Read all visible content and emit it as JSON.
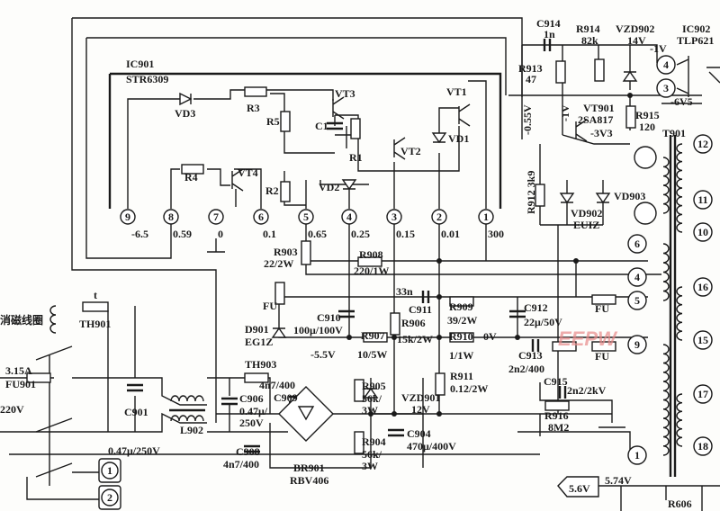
{
  "diagram": {
    "labels": {
      "ic901": "IC901",
      "str6309": "STR6309",
      "vd3": "VD3",
      "r3": "R3",
      "vt3": "VT3",
      "r5": "R5",
      "c1": "C1",
      "r1": "R1",
      "vt2": "VT2",
      "vd1": "VD1",
      "vt1": "VT1",
      "vd2": "VD2",
      "r4": "R4",
      "vt4": "VT4",
      "r2": "R2",
      "c914": "C914",
      "c914v": "1n",
      "r914": "R914",
      "r914v": "82k",
      "vzd902": "VZD902",
      "vzd902v": "14V",
      "ic902": "IC902",
      "tlp621": "TLP621",
      "m1v_a": "-1V",
      "r913": "R913",
      "r913v": "47",
      "m055v": "-0.55V",
      "m1v_b": "-1V",
      "vt901": "VT901",
      "vt901v": "2SA817",
      "m6v5": "-6V5",
      "r915": "R915",
      "r915v": "120",
      "m3v3": "-3V3",
      "t901": "T901",
      "r912": "R912 3k9",
      "vd902": "VD902",
      "vd902v": "EUIZ",
      "vd903": "VD903",
      "r903": "R903",
      "r903v": "22/2W",
      "r908": "R908",
      "r908v": "220/1W",
      "fu_a": "FU",
      "fu_b": "FU",
      "fu_c": "FU",
      "c911v": "33n",
      "c911": "C911",
      "r909": "R909",
      "r909v": "39/2W",
      "c912": "C912",
      "c912v": "22μ/50V",
      "d901": "D901",
      "d901v": "EG1Z",
      "c910": "C910",
      "c910v": "100μ/100V",
      "r906": "R906",
      "r906v": "15k/2W",
      "r907": "R907",
      "r907v": "10/5W",
      "m55v": "-5.5V",
      "r910": "R910",
      "r910v": "1/1W",
      "zero_v": "0V",
      "c913": "C913",
      "c913v": "2n2/400",
      "r911": "R911",
      "r911v": "0.12/2W",
      "c915": "C915",
      "c915v": "2n2/2kV",
      "r916": "R916",
      "r916v": "8M2",
      "r905": "R905",
      "r905v1": "56k/",
      "r905v2": "3W",
      "vzd901": "VZD901",
      "vzd901v": "12V",
      "c904": "C904",
      "c904v": "470μ/400V",
      "r904": "R904",
      "r904v1": "56k/",
      "r904v2": "3W",
      "br901": "BR901",
      "br901v": "RBV406",
      "c908": "C908",
      "c908v": "4n7/400",
      "th903": "TH903",
      "c909v": "4n7/400",
      "c909": "C909",
      "c906": "C906",
      "c906v1": "0.47μ/",
      "c906v2": "250V",
      "l902": "L902",
      "c901": "C901",
      "c901v": "0.47μ/250V",
      "fu901v": "3.15A",
      "fu901": "FU901",
      "ac220": "220V",
      "th901": "TH901",
      "degauss": "消磁线圈",
      "v574": "5.74V",
      "v56": "5.6V",
      "r606": "R606",
      "t_mark": "t"
    },
    "ic_pins": [
      "9",
      "8",
      "7",
      "6",
      "5",
      "4",
      "3",
      "2",
      "1"
    ],
    "ic_pin_voltages": [
      "-6.5",
      "0.59",
      "0",
      "0.1",
      "0.65",
      "0.25",
      "0.15",
      "0.01",
      "300"
    ],
    "t901_primary_pins": [
      "6",
      "4",
      "5",
      "9",
      "1"
    ],
    "t901_secondary_pins": [
      "12",
      "11",
      "10",
      "16",
      "15",
      "17",
      "18"
    ],
    "ic902_pins": [
      "4",
      "3"
    ],
    "connector_pins": [
      "1",
      "2"
    ],
    "watermark": "EEPW"
  }
}
